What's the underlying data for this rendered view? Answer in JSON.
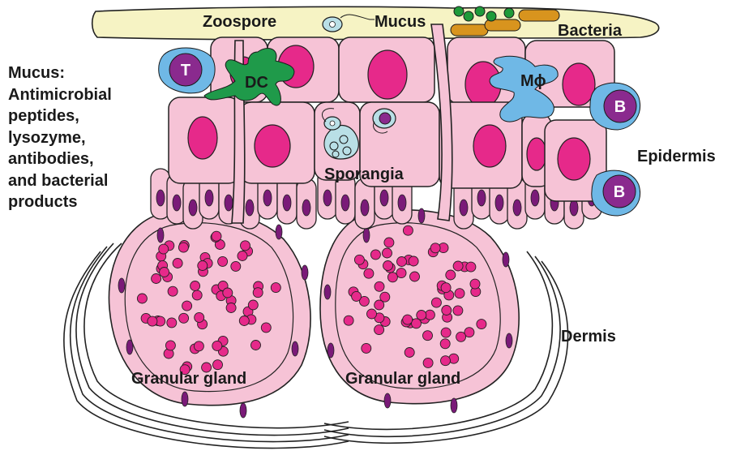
{
  "labels": {
    "zoospore": "Zoospore",
    "mucus": "Mucus",
    "bacteria": "Bacteria",
    "dc": "DC",
    "macrophage": "Mϕ",
    "t_cell": "T",
    "b_cell": "B",
    "sporangia": "Sporangia",
    "epidermis": "Epidermis",
    "dermis": "Dermis",
    "granular_gland": "Granular gland"
  },
  "mucus_note": [
    "Mucus:",
    "Antimicrobial",
    "peptides,",
    "lysozyme,",
    "antibodies,",
    "and bacterial",
    "products"
  ],
  "colors": {
    "mucus_layer": "#f6f3c4",
    "cell": "#f6c3d6",
    "nucleus": "#e6298a",
    "gland_granule": "#e6298a",
    "basal_nucleus": "#7a1a78",
    "dendritic_cell": "#1f9a4a",
    "macrophage": "#6fb8e6",
    "lymphocyte_ring": "#6fb8e6",
    "lymphocyte_core": "#8a2a8e",
    "bacteria_cocci": "#1f9a3a",
    "bacteria_rods": "#d8941e",
    "zoospore": "#b9dfe6"
  }
}
